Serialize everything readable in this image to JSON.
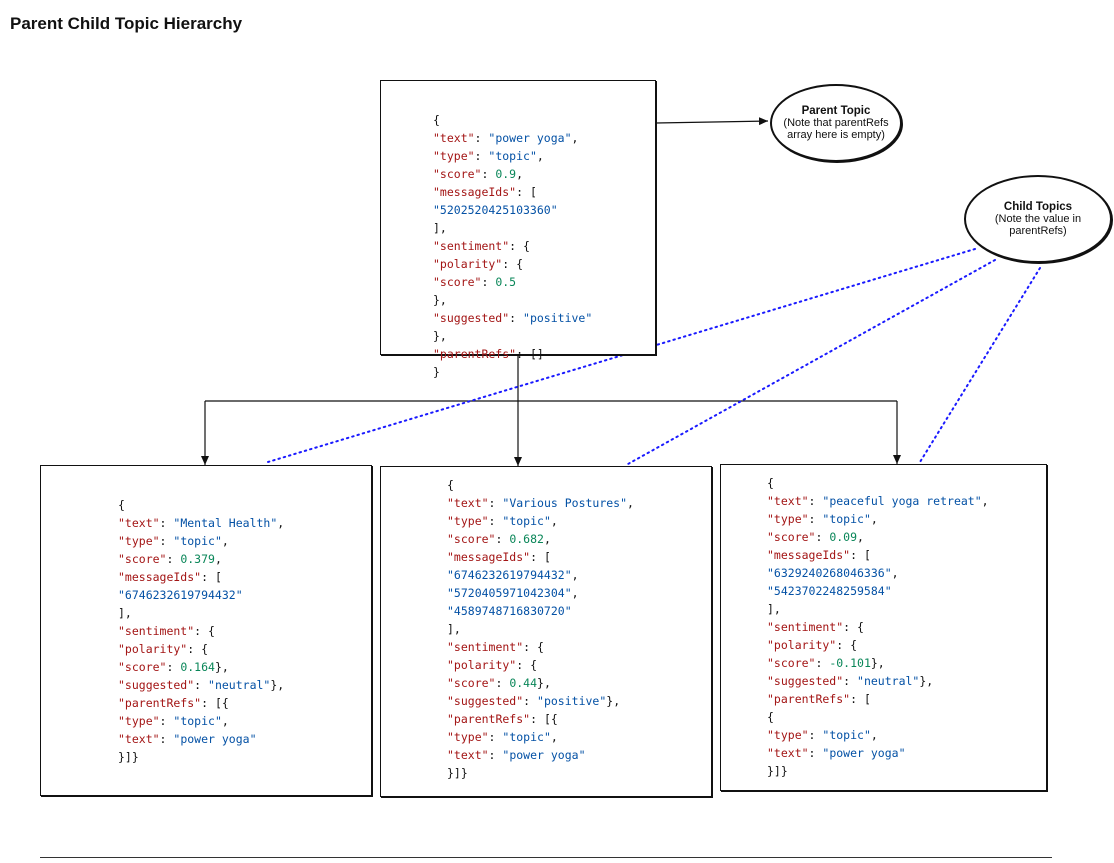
{
  "title": "Parent Child Topic Hierarchy",
  "colors": {
    "key": "#a31515",
    "string": "#0451a5",
    "number": "#098658",
    "dotted_link": "#1a1aff"
  },
  "parent_bubble": {
    "heading": "Parent Topic",
    "note": "(Note that parentRefs array here is empty)"
  },
  "child_bubble": {
    "heading": "Child Topics",
    "note": "(Note the value in parentRefs)"
  },
  "boxes": [
    {
      "id": "parent",
      "lines": [
        [
          [
            "p",
            "{"
          ]
        ],
        [
          [
            "k",
            "\"text\""
          ],
          [
            "p",
            ": "
          ],
          [
            "s",
            "\"power yoga\""
          ],
          [
            "p",
            ","
          ]
        ],
        [
          [
            "k",
            "\"type\""
          ],
          [
            "p",
            ": "
          ],
          [
            "s",
            "\"topic\""
          ],
          [
            "p",
            ","
          ]
        ],
        [
          [
            "k",
            "\"score\""
          ],
          [
            "p",
            ": "
          ],
          [
            "n",
            "0.9"
          ],
          [
            "p",
            ","
          ]
        ],
        [
          [
            "k",
            "\"messageIds\""
          ],
          [
            "p",
            ": ["
          ]
        ],
        [
          [
            "s",
            "\"5202520425103360\""
          ]
        ],
        [
          [
            "p",
            "],"
          ]
        ],
        [
          [
            "k",
            "\"sentiment\""
          ],
          [
            "p",
            ": {"
          ]
        ],
        [
          [
            "k",
            "\"polarity\""
          ],
          [
            "p",
            ": {"
          ]
        ],
        [
          [
            "k",
            "\"score\""
          ],
          [
            "p",
            ": "
          ],
          [
            "n",
            "0.5"
          ]
        ],
        [
          [
            "p",
            "},"
          ]
        ],
        [
          [
            "k",
            "\"suggested\""
          ],
          [
            "p",
            ": "
          ],
          [
            "s",
            "\"positive\""
          ]
        ],
        [
          [
            "p",
            "},"
          ]
        ],
        [
          [
            "k",
            "\"parentRefs\""
          ],
          [
            "p",
            ": []"
          ]
        ],
        [
          [
            "p",
            "}"
          ]
        ]
      ]
    },
    {
      "id": "child-1",
      "lines": [
        [
          [
            "p",
            "{"
          ]
        ],
        [
          [
            "k",
            "\"text\""
          ],
          [
            "p",
            ": "
          ],
          [
            "s",
            "\"Mental Health\""
          ],
          [
            "p",
            ","
          ]
        ],
        [
          [
            "k",
            "\"type\""
          ],
          [
            "p",
            ": "
          ],
          [
            "s",
            "\"topic\""
          ],
          [
            "p",
            ","
          ]
        ],
        [
          [
            "k",
            "\"score\""
          ],
          [
            "p",
            ": "
          ],
          [
            "n",
            "0.379"
          ],
          [
            "p",
            ","
          ]
        ],
        [
          [
            "k",
            "\"messageIds\""
          ],
          [
            "p",
            ": ["
          ]
        ],
        [
          [
            "s",
            "\"6746232619794432\""
          ]
        ],
        [
          [
            "p",
            "],"
          ]
        ],
        [
          [
            "k",
            "\"sentiment\""
          ],
          [
            "p",
            ": {"
          ]
        ],
        [
          [
            "k",
            "\"polarity\""
          ],
          [
            "p",
            ": {"
          ]
        ],
        [
          [
            "k",
            "\"score\""
          ],
          [
            "p",
            ": "
          ],
          [
            "n",
            "0.164"
          ],
          [
            "p",
            "},"
          ]
        ],
        [
          [
            "k",
            "\"suggested\""
          ],
          [
            "p",
            ": "
          ],
          [
            "s",
            "\"neutral\""
          ],
          [
            "p",
            "},"
          ]
        ],
        [
          [
            "k",
            "\"parentRefs\""
          ],
          [
            "p",
            ": [{"
          ]
        ],
        [
          [
            "k",
            "\"type\""
          ],
          [
            "p",
            ": "
          ],
          [
            "s",
            "\"topic\""
          ],
          [
            "p",
            ","
          ]
        ],
        [
          [
            "k",
            "\"text\""
          ],
          [
            "p",
            ": "
          ],
          [
            "s",
            "\"power yoga\""
          ]
        ],
        [
          [
            "p",
            "}]}"
          ]
        ]
      ]
    },
    {
      "id": "child-2",
      "lines": [
        [
          [
            "p",
            "{"
          ]
        ],
        [
          [
            "k",
            "\"text\""
          ],
          [
            "p",
            ": "
          ],
          [
            "s",
            "\"Various Postures\""
          ],
          [
            "p",
            ","
          ]
        ],
        [
          [
            "k",
            "\"type\""
          ],
          [
            "p",
            ": "
          ],
          [
            "s",
            "\"topic\""
          ],
          [
            "p",
            ","
          ]
        ],
        [
          [
            "k",
            "\"score\""
          ],
          [
            "p",
            ": "
          ],
          [
            "n",
            "0.682"
          ],
          [
            "p",
            ","
          ]
        ],
        [
          [
            "k",
            "\"messageIds\""
          ],
          [
            "p",
            ": ["
          ]
        ],
        [
          [
            "s",
            "\"6746232619794432\""
          ],
          [
            "p",
            ","
          ]
        ],
        [
          [
            "s",
            "\"5720405971042304\""
          ],
          [
            "p",
            ","
          ]
        ],
        [
          [
            "s",
            "\"4589748716830720\""
          ]
        ],
        [
          [
            "p",
            "],"
          ]
        ],
        [
          [
            "k",
            "\"sentiment\""
          ],
          [
            "p",
            ": {"
          ]
        ],
        [
          [
            "k",
            "\"polarity\""
          ],
          [
            "p",
            ": {"
          ]
        ],
        [
          [
            "k",
            "\"score\""
          ],
          [
            "p",
            ": "
          ],
          [
            "n",
            "0.44"
          ],
          [
            "p",
            "},"
          ]
        ],
        [
          [
            "k",
            "\"suggested\""
          ],
          [
            "p",
            ": "
          ],
          [
            "s",
            "\"positive\""
          ],
          [
            "p",
            "},"
          ]
        ],
        [
          [
            "k",
            "\"parentRefs\""
          ],
          [
            "p",
            ": [{"
          ]
        ],
        [
          [
            "k",
            "\"type\""
          ],
          [
            "p",
            ": "
          ],
          [
            "s",
            "\"topic\""
          ],
          [
            "p",
            ","
          ]
        ],
        [
          [
            "k",
            "\"text\""
          ],
          [
            "p",
            ": "
          ],
          [
            "s",
            "\"power yoga\""
          ]
        ],
        [
          [
            "p",
            "}]}"
          ]
        ]
      ]
    },
    {
      "id": "child-3",
      "lines": [
        [
          [
            "p",
            "{"
          ]
        ],
        [
          [
            "k",
            "\"text\""
          ],
          [
            "p",
            ": "
          ],
          [
            "s",
            "\"peaceful yoga retreat\""
          ],
          [
            "p",
            ","
          ]
        ],
        [
          [
            "k",
            "\"type\""
          ],
          [
            "p",
            ": "
          ],
          [
            "s",
            "\"topic\""
          ],
          [
            "p",
            ","
          ]
        ],
        [
          [
            "k",
            "\"score\""
          ],
          [
            "p",
            ": "
          ],
          [
            "n",
            "0.09"
          ],
          [
            "p",
            ","
          ]
        ],
        [
          [
            "k",
            "\"messageIds\""
          ],
          [
            "p",
            ": ["
          ]
        ],
        [
          [
            "s",
            "\"6329240268046336\""
          ],
          [
            "p",
            ","
          ]
        ],
        [
          [
            "s",
            "\"5423702248259584\""
          ]
        ],
        [
          [
            "p",
            "],"
          ]
        ],
        [
          [
            "k",
            "\"sentiment\""
          ],
          [
            "p",
            ": {"
          ]
        ],
        [
          [
            "k",
            "\"polarity\""
          ],
          [
            "p",
            ": {"
          ]
        ],
        [
          [
            "k",
            "\"score\""
          ],
          [
            "p",
            ": "
          ],
          [
            "n",
            "-0.101"
          ],
          [
            "p",
            "},"
          ]
        ],
        [
          [
            "k",
            "\"suggested\""
          ],
          [
            "p",
            ": "
          ],
          [
            "s",
            "\"neutral\""
          ],
          [
            "p",
            "},"
          ]
        ],
        [
          [
            "k",
            "\"parentRefs\""
          ],
          [
            "p",
            ": ["
          ]
        ],
        [
          [
            "p",
            "{"
          ]
        ],
        [
          [
            "k",
            "\"type\""
          ],
          [
            "p",
            ": "
          ],
          [
            "s",
            "\"topic\""
          ],
          [
            "p",
            ","
          ]
        ],
        [
          [
            "k",
            "\"text\""
          ],
          [
            "p",
            ": "
          ],
          [
            "s",
            "\"power yoga\""
          ]
        ],
        [
          [
            "p",
            "}]}"
          ]
        ]
      ]
    }
  ]
}
